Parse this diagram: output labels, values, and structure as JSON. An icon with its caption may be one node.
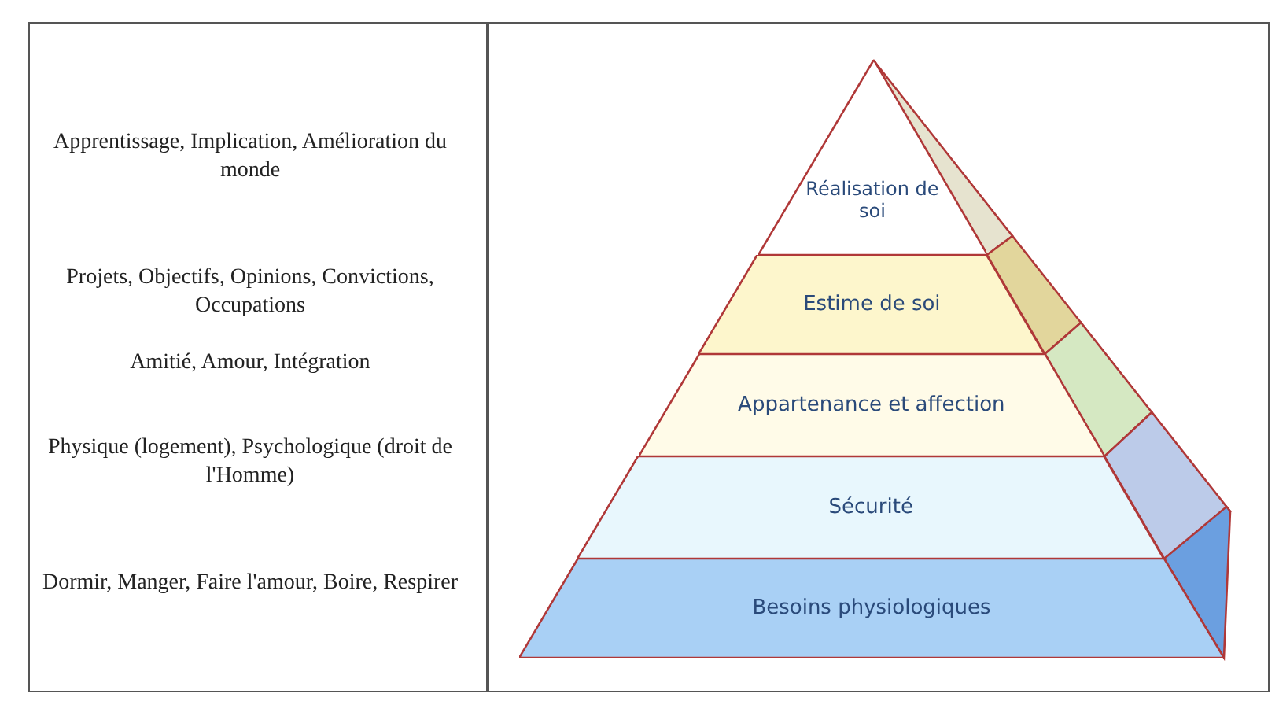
{
  "diagram": {
    "nodes": [
      {
        "text": [
          "Réalisation de soi"
        ]
      },
      {
        "text": [
          "Estime de soi"
        ]
      },
      {
        "text": [
          "Appartenance et affection"
        ]
      },
      {
        "text": [
          "Sécurité"
        ]
      },
      {
        "text": [
          "Besoins physiologiques"
        ]
      }
    ],
    "edges": [],
    "labels": [
      "Apprentissage, Implication, Amélioration du monde",
      "Projets, Objectifs, Opinions, Convictions, Occupations",
      "Amitié, Amour, Intégration",
      "Physique (logement), Psychologique (droit de l'Homme)",
      "Dormir, Manger, Faire l'amour, Boire, Respirer"
    ]
  }
}
